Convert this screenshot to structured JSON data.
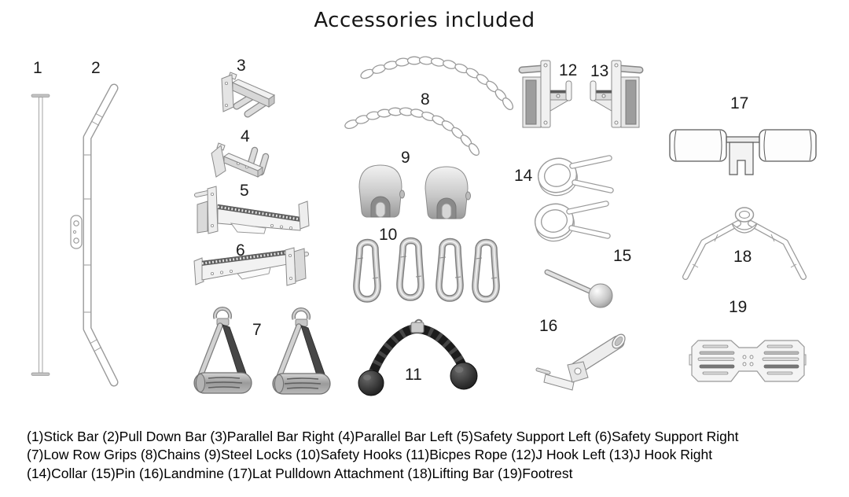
{
  "title": "Accessories included",
  "items": [
    {
      "number": "1",
      "name": "Stick Bar"
    },
    {
      "number": "2",
      "name": "Pull Down Bar"
    },
    {
      "number": "3",
      "name": "Parallel Bar Right"
    },
    {
      "number": "4",
      "name": "Parallel Bar Left"
    },
    {
      "number": "5",
      "name": "Safety Support Left"
    },
    {
      "number": "6",
      "name": "Safety Support Right"
    },
    {
      "number": "7",
      "name": "Low Row Grips"
    },
    {
      "number": "8",
      "name": "Chains"
    },
    {
      "number": "9",
      "name": "Steel Locks"
    },
    {
      "number": "10",
      "name": "Safety Hooks"
    },
    {
      "number": "11",
      "name": "Bicpes Rope"
    },
    {
      "number": "12",
      "name": "J Hook Left"
    },
    {
      "number": "13",
      "name": "J Hook Right"
    },
    {
      "number": "14",
      "name": "Collar"
    },
    {
      "number": "15",
      "name": "Pin"
    },
    {
      "number": "16",
      "name": "Landmine"
    },
    {
      "number": "17",
      "name": "Lat Pulldown Attachment"
    },
    {
      "number": "18",
      "name": "Lifting Bar"
    },
    {
      "number": "19",
      "name": "Footrest"
    }
  ],
  "caption_lines": [
    "(1)Stick Bar (2)Pull Down Bar (3)Parallel Bar Right (4)Parallel Bar Left (5)Safety Support Left (6)Safety Support Right",
    "(7)Low Row Grips (8)Chains (9)Steel Locks (10)Safety Hooks (11)Bicpes Rope (12)J Hook Left (13)J Hook Right",
    "(14)Collar (15)Pin (16)Landmine (17)Lat Pulldown Attachment (18)Lifting Bar (19)Footrest"
  ],
  "colors": {
    "background": "#ffffff",
    "text": "#000000",
    "line_art": "#9a9a9a",
    "dark_strap": "#474747",
    "rope_black": "#1c1c1c"
  }
}
